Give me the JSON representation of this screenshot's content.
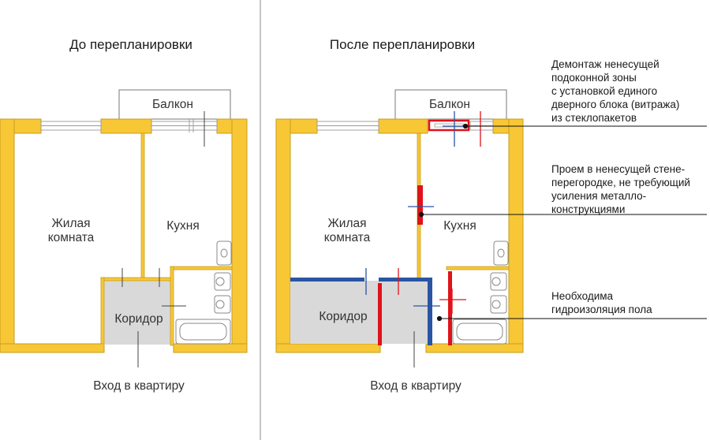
{
  "colors": {
    "outer_wall": "#F8C736",
    "wall_edge": "#C69E1E",
    "demolished": "#E0121B",
    "new_wall": "#2A55A3",
    "corridor": "#D9D9D9",
    "divider": "#9E9E9E"
  },
  "before": {
    "title": "До перепланировки",
    "balcony": "Балкон",
    "living_room": [
      "Жилая",
      "комната"
    ],
    "kitchen": "Кухня",
    "corridor": "Коридор",
    "entry": "Вход в квартиру"
  },
  "after": {
    "title": "После перепланировки",
    "balcony": "Балкон",
    "living_room": [
      "Жилая",
      "комната"
    ],
    "kitchen": "Кухня",
    "corridor": "Коридор",
    "entry": "Вход в квартиру"
  },
  "annotations": [
    {
      "id": "balcony-door",
      "lines": [
        "Демонтаж ненесущей",
        "подоконной зоны",
        "с установкой единого",
        "дверного блока (витража)",
        "из стеклопакетов"
      ]
    },
    {
      "id": "partition-opening",
      "lines": [
        "Проем в ненесущей стене-",
        "перегородке, не требующий",
        "усиления металло-",
        "конструкциями"
      ]
    },
    {
      "id": "waterproofing",
      "lines": [
        "Необходима",
        "гидроизоляция пола"
      ]
    }
  ]
}
